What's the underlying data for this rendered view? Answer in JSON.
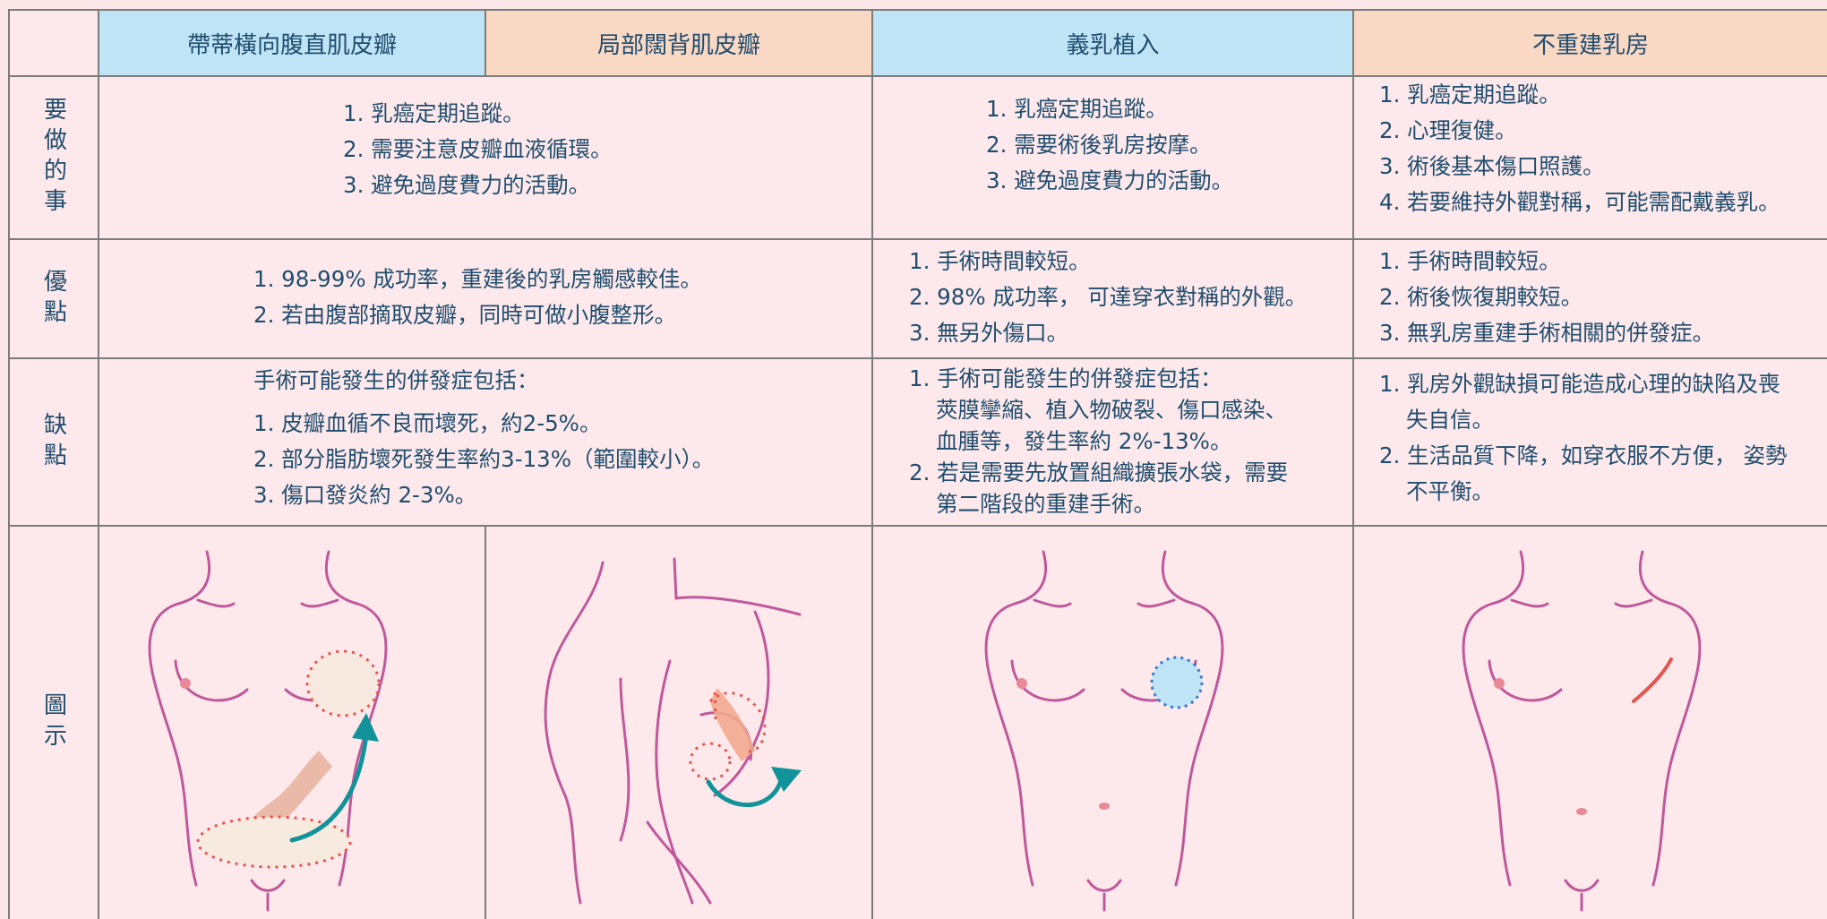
{
  "headers": {
    "col1": "帶蒂橫向腹直肌皮瓣",
    "col2": "局部闊背肌皮瓣",
    "col3": "義乳植入",
    "col4": "不重建乳房"
  },
  "row_labels": {
    "todo": "要做的事",
    "pros": "優點",
    "cons": "缺點",
    "diagram": "圖示"
  },
  "todo": {
    "flap": [
      "1. 乳癌定期追蹤。",
      "2. 需要注意皮瓣血液循環。",
      "3. 避免過度費力的活動。"
    ],
    "implant": [
      "1. 乳癌定期追蹤。",
      "2. 需要術後乳房按摩。",
      "3. 避免過度費力的活動。"
    ],
    "none": [
      "1. 乳癌定期追蹤。",
      "2. 心理復健。",
      "3. 術後基本傷口照護。",
      "4. 若要維持外觀對稱，可能需配戴義乳。"
    ]
  },
  "pros": {
    "flap": [
      "1. 98-99% 成功率，重建後的乳房觸感較佳。",
      "2. 若由腹部摘取皮瓣，同時可做小腹整形。"
    ],
    "implant": [
      "1. 手術時間較短。",
      "2. 98% 成功率， 可達穿衣對稱的外觀。",
      "3. 無另外傷口。"
    ],
    "none": [
      "1. 手術時間較短。",
      "2. 術後恢復期較短。",
      "3. 無乳房重建手術相關的併發症。"
    ]
  },
  "cons": {
    "flap_intro": "手術可能發生的併發症包括：",
    "flap": [
      "1. 皮瓣血循不良而壞死，約2-5%。",
      "2. 部分脂肪壞死發生率約3-13%（範圍較小）。",
      "3. 傷口發炎約 2-3%。"
    ],
    "implant": [
      "1. 手術可能發生的併發症包括：",
      "莢膜攣縮、植入物破裂、傷口感染、",
      "血腫等，發生率約 2%-13%。",
      "2. 若是需要先放置組織擴張水袋，需要",
      "第二階段的重建手術。"
    ],
    "none": [
      "1. 乳房外觀缺損可能造成心理的缺陷及喪",
      "失自信。",
      "2. 生活品質下降，如穿衣服不方便， 姿勢",
      "不平衡。"
    ]
  },
  "colors": {
    "header_blue": "#bfe4f6",
    "header_peach": "#f9d8c4",
    "body_line": "#c0589c",
    "arrow": "#12939a",
    "dots": "#e5554f"
  }
}
